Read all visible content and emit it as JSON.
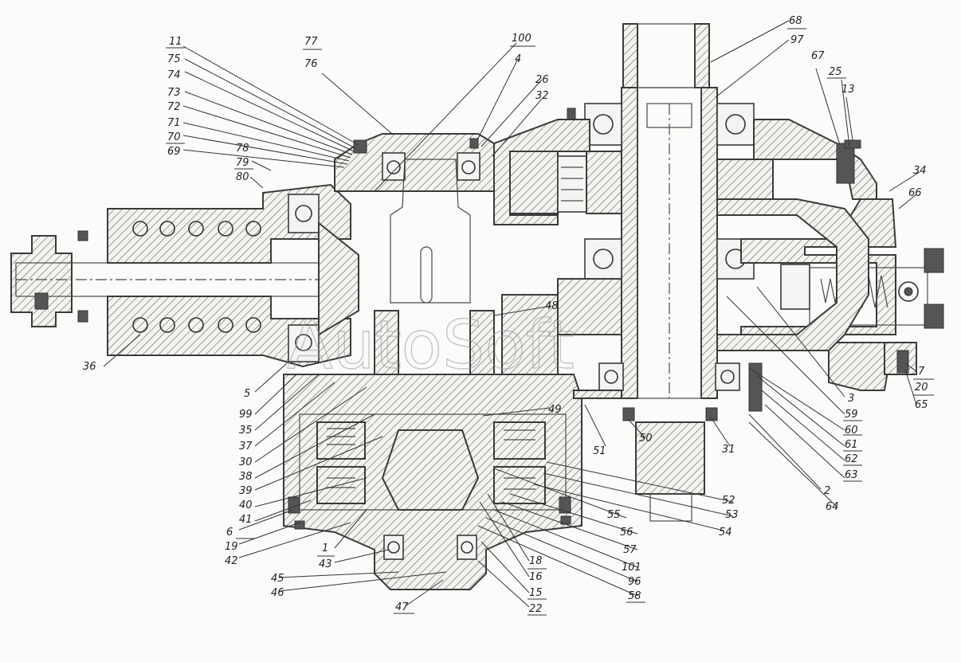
{
  "watermark": "AutoSoft",
  "callouts": [
    {
      "id": "11",
      "text": "11"
    },
    {
      "id": "75",
      "text": "75"
    },
    {
      "id": "74",
      "text": "74"
    },
    {
      "id": "73",
      "text": "73"
    },
    {
      "id": "72",
      "text": "72"
    },
    {
      "id": "71",
      "text": "71"
    },
    {
      "id": "70",
      "text": "70"
    },
    {
      "id": "69",
      "text": "69"
    },
    {
      "id": "78",
      "text": "78"
    },
    {
      "id": "79",
      "text": "79"
    },
    {
      "id": "80",
      "text": "80"
    },
    {
      "id": "77",
      "text": "77"
    },
    {
      "id": "76",
      "text": "76"
    },
    {
      "id": "100",
      "text": "100"
    },
    {
      "id": "4",
      "text": "4"
    },
    {
      "id": "26",
      "text": "26"
    },
    {
      "id": "32",
      "text": "32"
    },
    {
      "id": "68",
      "text": "68"
    },
    {
      "id": "97",
      "text": "97"
    },
    {
      "id": "67",
      "text": "67"
    },
    {
      "id": "25",
      "text": "25"
    },
    {
      "id": "13",
      "text": "13"
    },
    {
      "id": "34",
      "text": "34"
    },
    {
      "id": "66",
      "text": "66"
    },
    {
      "id": "36",
      "text": "36"
    },
    {
      "id": "48",
      "text": "48"
    },
    {
      "id": "5",
      "text": "5"
    },
    {
      "id": "99",
      "text": "99"
    },
    {
      "id": "35",
      "text": "35"
    },
    {
      "id": "37",
      "text": "37"
    },
    {
      "id": "30",
      "text": "30"
    },
    {
      "id": "38",
      "text": "38"
    },
    {
      "id": "39",
      "text": "39"
    },
    {
      "id": "40",
      "text": "40"
    },
    {
      "id": "41",
      "text": "41"
    },
    {
      "id": "6",
      "text": "6"
    },
    {
      "id": "19",
      "text": "19"
    },
    {
      "id": "42",
      "text": "42"
    },
    {
      "id": "1",
      "text": "1"
    },
    {
      "id": "43",
      "text": "43"
    },
    {
      "id": "45",
      "text": "45"
    },
    {
      "id": "46",
      "text": "46"
    },
    {
      "id": "47",
      "text": "47"
    },
    {
      "id": "49",
      "text": "49"
    },
    {
      "id": "51",
      "text": "51"
    },
    {
      "id": "50",
      "text": "50"
    },
    {
      "id": "31",
      "text": "31"
    },
    {
      "id": "3",
      "text": "3"
    },
    {
      "id": "59",
      "text": "59"
    },
    {
      "id": "60",
      "text": "60"
    },
    {
      "id": "61",
      "text": "61"
    },
    {
      "id": "62",
      "text": "62"
    },
    {
      "id": "63",
      "text": "63"
    },
    {
      "id": "2",
      "text": "2"
    },
    {
      "id": "64",
      "text": "64"
    },
    {
      "id": "7",
      "text": "7"
    },
    {
      "id": "20",
      "text": "20"
    },
    {
      "id": "65",
      "text": "65"
    },
    {
      "id": "52",
      "text": "52"
    },
    {
      "id": "53",
      "text": "53"
    },
    {
      "id": "54",
      "text": "54"
    },
    {
      "id": "55",
      "text": "55"
    },
    {
      "id": "56",
      "text": "56"
    },
    {
      "id": "57",
      "text": "57"
    },
    {
      "id": "101",
      "text": "101"
    },
    {
      "id": "96",
      "text": "96"
    },
    {
      "id": "58",
      "text": "58"
    },
    {
      "id": "18",
      "text": "18"
    },
    {
      "id": "16",
      "text": "16"
    },
    {
      "id": "15",
      "text": "15"
    },
    {
      "id": "22",
      "text": "22"
    }
  ]
}
